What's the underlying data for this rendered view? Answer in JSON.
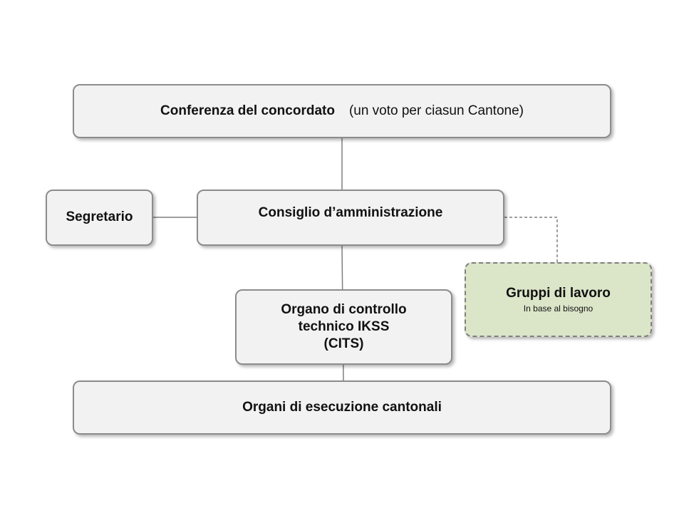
{
  "diagram": {
    "conferenza": {
      "title": "Conferenza del concordato",
      "note": "(un voto per ciasun Cantone)"
    },
    "segretario": {
      "label": "Segretario"
    },
    "consiglio": {
      "label": "Consiglio d’amministrazione"
    },
    "cits": {
      "label": "Organo di controllo\ntechnico IKSS\n(CITS)"
    },
    "gruppi": {
      "title": "Gruppi di lavoro",
      "subtitle": "In base al bisogno"
    },
    "organi": {
      "label": "Organi di esecuzione cantonali"
    }
  },
  "colors": {
    "box_fill": "#f2f2f2",
    "box_border": "#8c8c8c",
    "gruppi_fill": "#dbe5c8",
    "connector": "#7f7f7f"
  }
}
